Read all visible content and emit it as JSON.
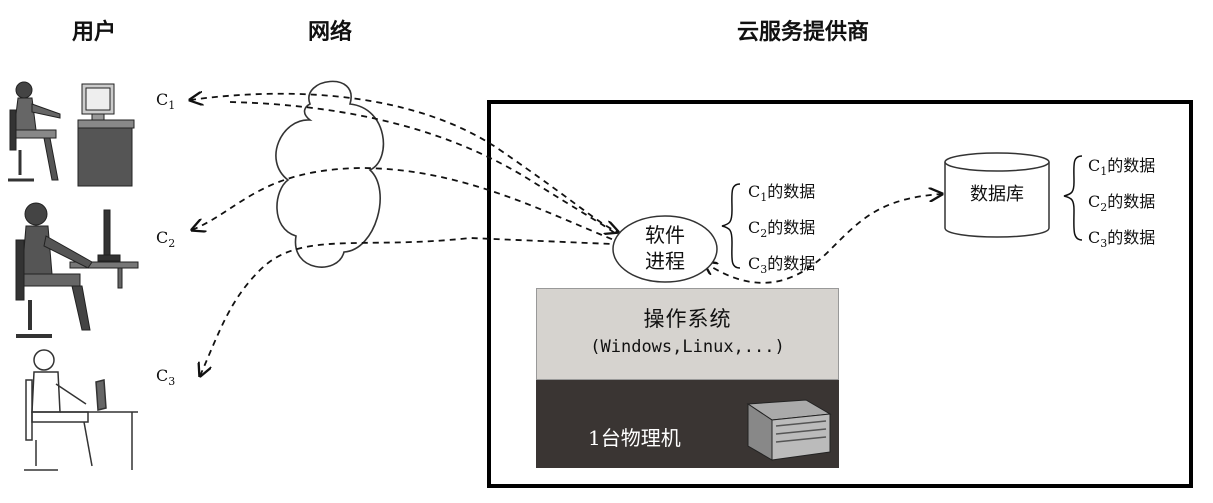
{
  "headers": {
    "users": "用户",
    "network": "网络",
    "provider": "云服务提供商"
  },
  "clients": [
    {
      "letter": "C",
      "index": "1"
    },
    {
      "letter": "C",
      "index": "2"
    },
    {
      "letter": "C",
      "index": "3"
    }
  ],
  "process": {
    "line1": "软件",
    "line2": "进程"
  },
  "process_data": [
    {
      "letter": "C",
      "index": "1",
      "suffix": "的数据"
    },
    {
      "letter": "C",
      "index": "2",
      "suffix": "的数据"
    },
    {
      "letter": "C",
      "index": "3",
      "suffix": "的数据"
    }
  ],
  "database": {
    "label": "数据库"
  },
  "db_data": [
    {
      "letter": "C",
      "index": "1",
      "suffix": "的数据"
    },
    {
      "letter": "C",
      "index": "2",
      "suffix": "的数据"
    },
    {
      "letter": "C",
      "index": "3",
      "suffix": "的数据"
    }
  ],
  "os": {
    "title": "操作系统",
    "subtitle": "(Windows,Linux,...)"
  },
  "hardware": {
    "label": "1台物理机"
  }
}
